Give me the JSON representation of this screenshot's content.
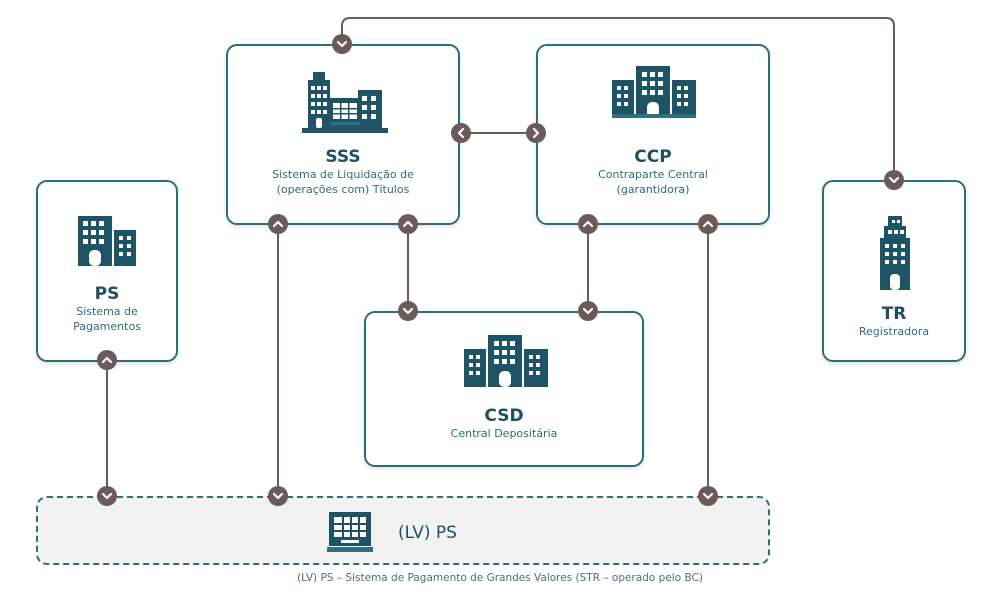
{
  "colors": {
    "building_dark": "#1f5467",
    "building_mid": "#2e7282",
    "box_border": "#2a6f7f",
    "connector": "#6b5a59",
    "lv_background": "#f2f2f2"
  },
  "icons": {
    "sss": "complex-buildings-icon",
    "ccp": "buildings-cluster-icon",
    "ps": "two-buildings-icon",
    "csd": "buildings-cluster-icon",
    "tr": "tower-icon",
    "lv": "bank-building-icon",
    "connector_up": "chevron-up-icon",
    "connector_down": "chevron-down-icon",
    "connector_left": "chevron-left-icon",
    "connector_right": "chevron-right-icon"
  },
  "nodes": {
    "sss": {
      "title": "SSS",
      "line1": "Sistema de Liquidação de",
      "line2": "(operações com) Títulos"
    },
    "ccp": {
      "title": "CCP",
      "line1": "Contraparte Central",
      "line2": "(garantidora)"
    },
    "ps": {
      "title": "PS",
      "line1": "Sistema de",
      "line2": "Pagamentos"
    },
    "csd": {
      "title": "CSD",
      "line1": "Central Depositária"
    },
    "tr": {
      "title": "TR",
      "line1": "Registradora"
    },
    "lv": {
      "title": "(LV) PS"
    }
  },
  "footnote": "(LV) PS – Sistema de Pagamento de Grandes Valores (STR – operado pelo BC)"
}
